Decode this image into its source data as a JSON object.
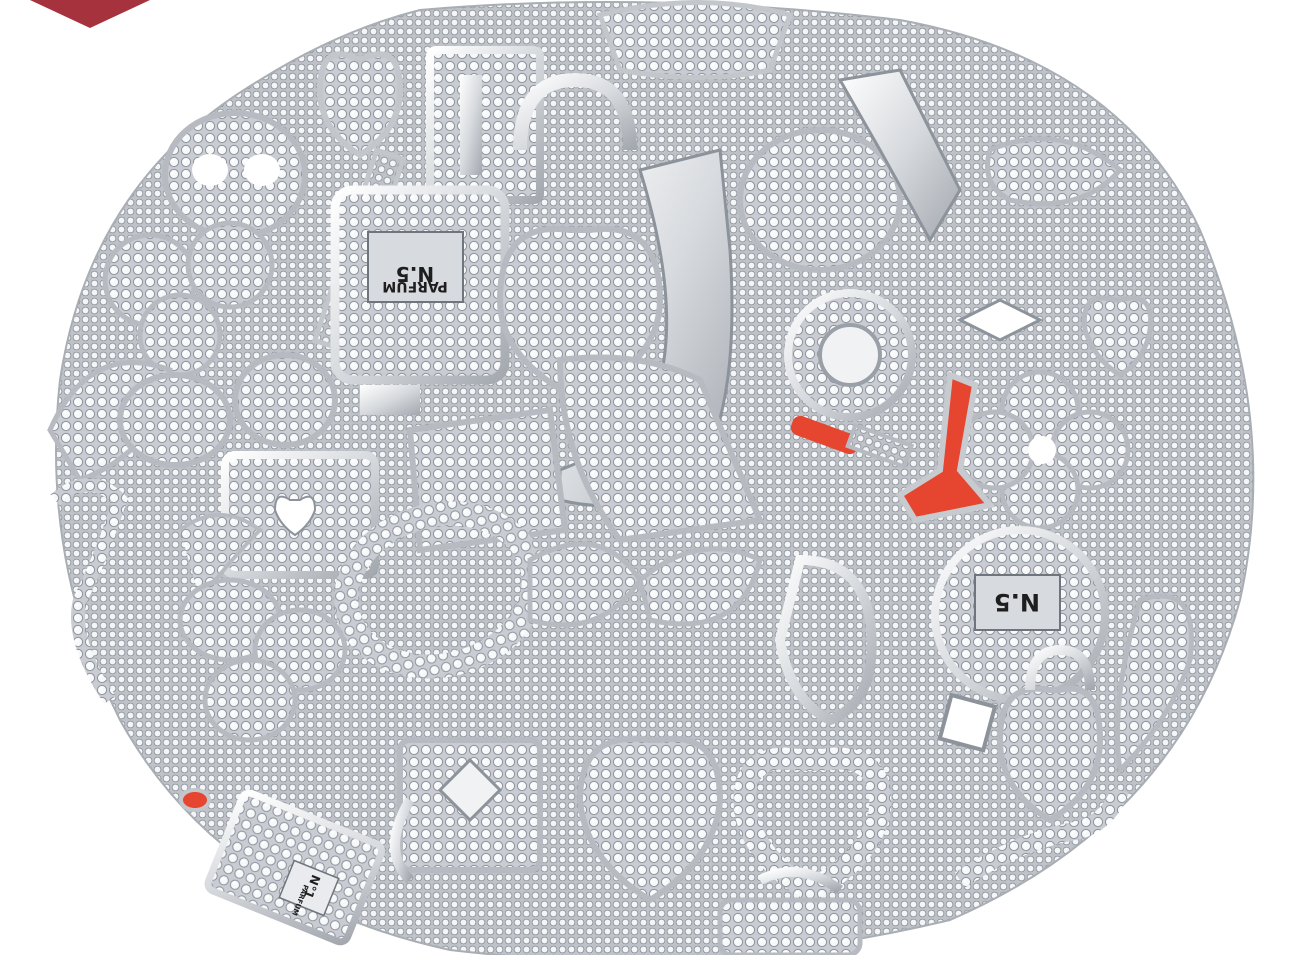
{
  "photo": {
    "subject": "rhinestone-charm-pile",
    "background_color": "#ffffff",
    "metal_color": "#e2e4e8",
    "metal_shadow": "#9aa0a8",
    "enamel_red": "#e6452f",
    "badge_color": "#a5323c"
  },
  "labels": {
    "perfume_plate": {
      "line1": "N.5",
      "line2": "PARFUM"
    },
    "round_plate": {
      "text": "N.5"
    },
    "bottom_plate": {
      "line1": "N°1",
      "line2": "PARFUM"
    }
  }
}
